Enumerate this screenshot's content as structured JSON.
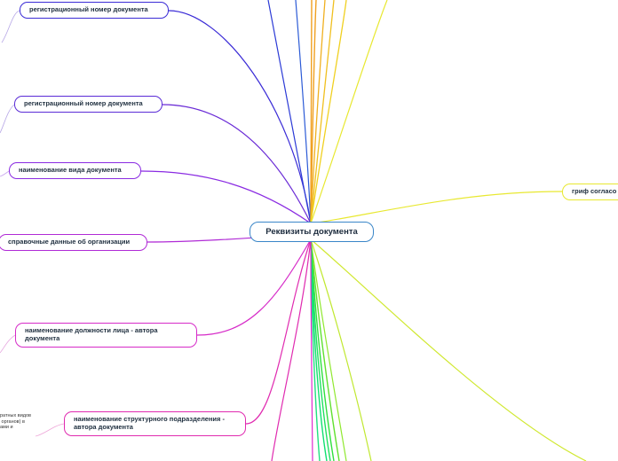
{
  "center": {
    "label": "Реквизиты документа"
  },
  "nodes": [
    {
      "label": "регистрационный номер документа",
      "color": "#3a2bd6"
    },
    {
      "label": "регистрационный номер документа",
      "color": "#5a2bd6"
    },
    {
      "label": "наименование вида документа",
      "color": "#8a2be2"
    },
    {
      "label": "справочные данные об организации",
      "color": "#b02bd6"
    },
    {
      "label": "наименование должности лица - автора документа",
      "color": "#d62bc8"
    },
    {
      "label": "наименование структурного подразделения - автора документа",
      "color": "#e02bb0"
    },
    {
      "label": "гриф согласо",
      "color": "#e8e830"
    }
  ],
  "leaf_fragment": "ратных видов\n органов) в\nами и"
}
